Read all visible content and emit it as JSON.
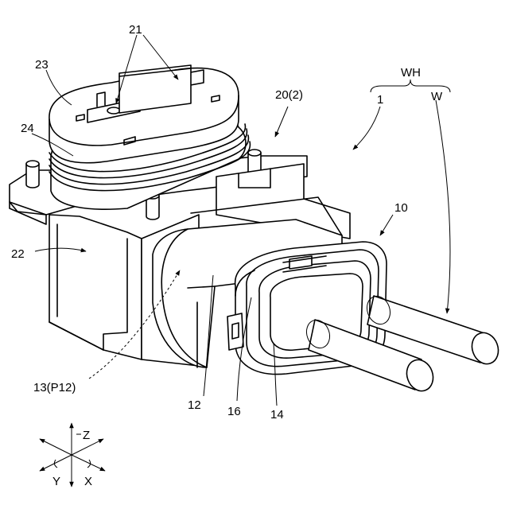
{
  "labels": {
    "l21": "21",
    "l23": "23",
    "l20": "20(2)",
    "lWH": "WH",
    "l1": "1",
    "lW": "W",
    "l24": "24",
    "l10": "10",
    "l22": "22",
    "l13": "13(P12)",
    "l12": "12",
    "l16": "16",
    "l14": "14"
  },
  "axes": {
    "z": "Z",
    "y": "Y",
    "x": "X"
  }
}
